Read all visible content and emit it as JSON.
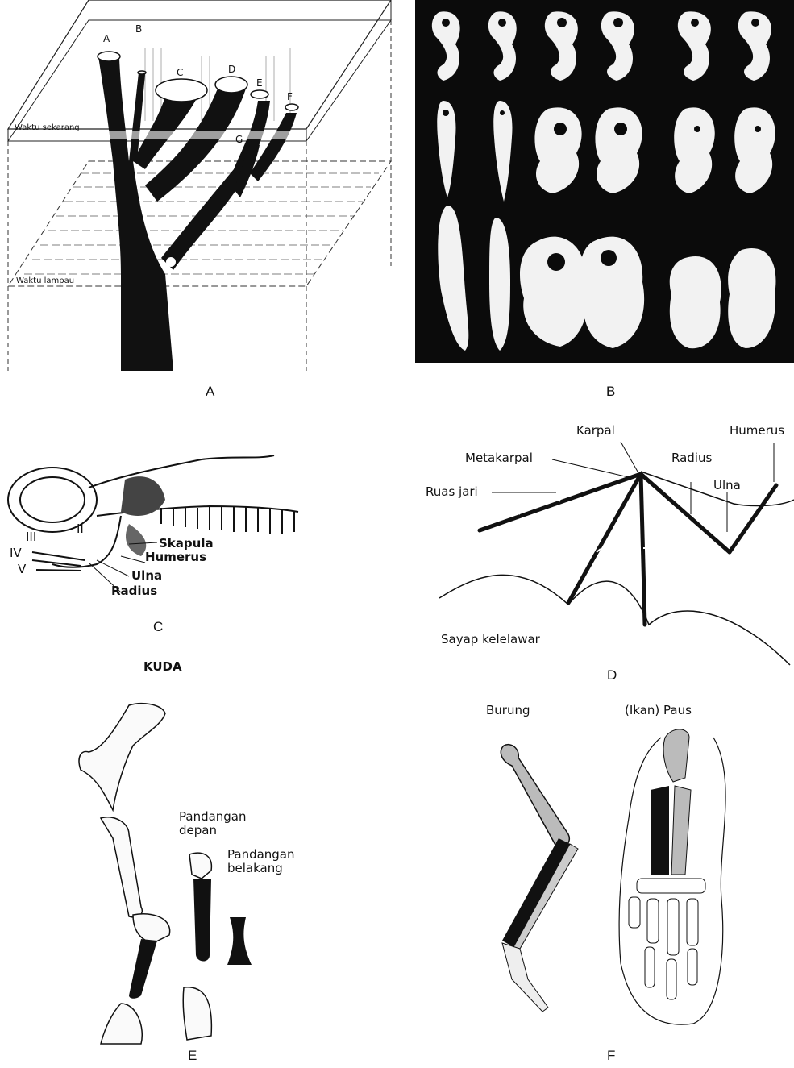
{
  "panels": {
    "a": {
      "caption": "A",
      "tree_labels": [
        "A",
        "B",
        "C",
        "D",
        "E",
        "F",
        "G"
      ],
      "time_present": "Waktu sekarang",
      "time_past": "Waktu lampau"
    },
    "b": {
      "caption": "B"
    },
    "c": {
      "caption": "C",
      "labels": {
        "skapula": "Skapula",
        "humerus": "Humerus",
        "ulna": "Ulna",
        "radius": "Radius",
        "d2": "II",
        "d3": "III",
        "d4": "IV",
        "d5": "V"
      }
    },
    "d": {
      "caption": "D",
      "labels": {
        "karpal": "Karpal",
        "humerus": "Humerus",
        "metakarpal": "Metakarpal",
        "radius": "Radius",
        "ruas_jari": "Ruas jari",
        "ulna": "Ulna",
        "title": "Sayap kelelawar"
      }
    },
    "e": {
      "caption": "E",
      "title": "KUDA",
      "front": "Pandangan\ndepan",
      "back": "Pandangan\nbelakang"
    },
    "f": {
      "caption": "F",
      "bird": "Burung",
      "whale": "(Ikan) Paus"
    }
  },
  "colors": {
    "ink": "#111111",
    "plate": "#0b0b0b",
    "embryo": "#f4f4f4"
  }
}
